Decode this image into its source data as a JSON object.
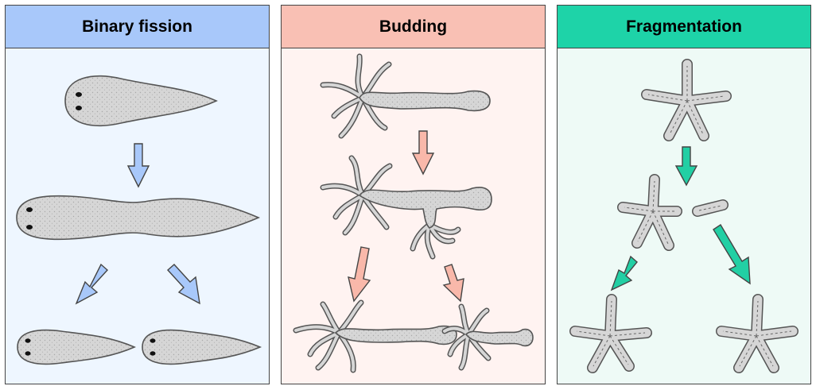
{
  "panels": [
    {
      "title": "Binary fission",
      "header_color": "#a8c8fa",
      "body_color": "#eef6ff",
      "arrow_color": "#a8c8fa"
    },
    {
      "title": "Budding",
      "header_color": "#f9c0b4",
      "body_color": "#fff3f1",
      "arrow_color": "#f9b8aa"
    },
    {
      "title": "Fragmentation",
      "header_color": "#1ed3a8",
      "body_color": "#eefaf6",
      "arrow_color": "#22cfa4"
    }
  ],
  "organism_fill": "#d4d4d4",
  "outline_color": "#555555"
}
